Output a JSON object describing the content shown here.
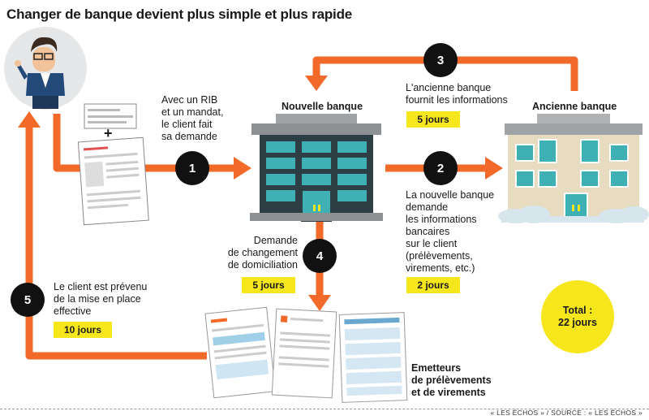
{
  "title": "Changer de banque devient plus simple et plus rapide",
  "steps": {
    "s1": {
      "num": "1",
      "text": [
        "Avec un RIB",
        "et un mandat,",
        "le client fait",
        "sa demande"
      ]
    },
    "s2": {
      "num": "2",
      "text": [
        "La nouvelle banque",
        "demande",
        "les informations",
        "bancaires",
        "sur le client",
        "(prélèvements,",
        "virements, etc.)"
      ],
      "days": "2 jours"
    },
    "s3": {
      "num": "3",
      "text": [
        "L'ancienne banque",
        "fournit les informations"
      ],
      "days": "5 jours"
    },
    "s4": {
      "num": "4",
      "text": [
        "Demande",
        "de changement",
        "de domiciliation"
      ],
      "days": "5 jours"
    },
    "s5": {
      "num": "5",
      "text": [
        "Le client est prévenu",
        "de la mise en place",
        "effective"
      ],
      "days": "10 jours"
    }
  },
  "labels": {
    "new_bank": "Nouvelle banque",
    "old_bank": "Ancienne banque",
    "emitters": [
      "Emetteurs",
      "de prélèvements",
      "et de virements"
    ],
    "form_plus": "+"
  },
  "total": {
    "label": "Total :",
    "value": "22 jours"
  },
  "footer": "« LES ÉCHOS » / SOURCE : « LES ÉCHOS »",
  "colors": {
    "arrow": "#f26a2a",
    "badge": "#f6e61c",
    "circle": "#111111",
    "glass": "#3fb0b3"
  }
}
